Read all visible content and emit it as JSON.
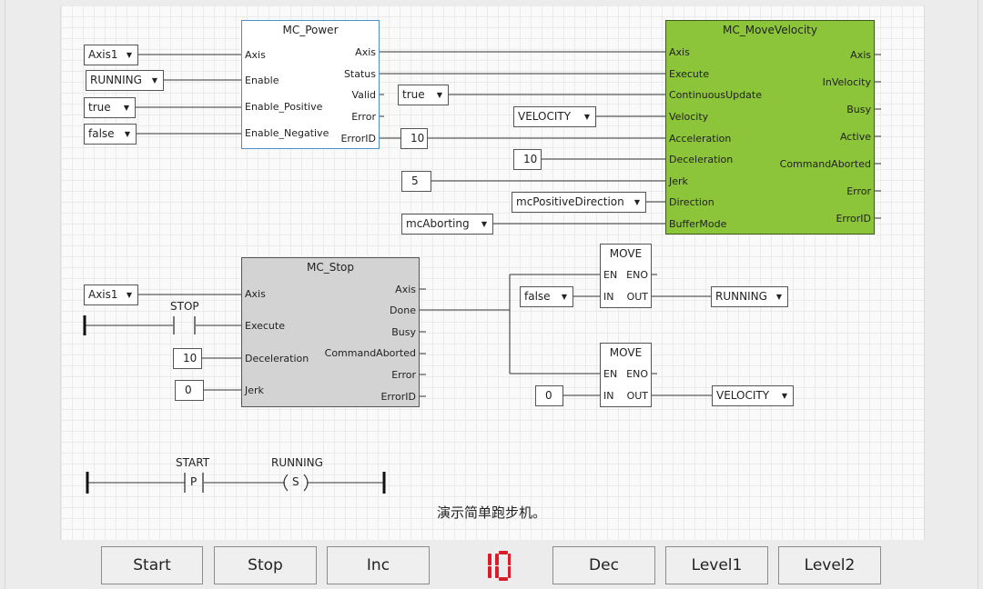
{
  "mc_power": {
    "title": "MC_Power",
    "inputs": [
      "Axis",
      "Enable",
      "Enable_Positive",
      "Enable_Negative"
    ],
    "outputs": [
      "Axis",
      "Status",
      "Valid",
      "Error",
      "ErrorID"
    ],
    "in_values": [
      "Axis1",
      "RUNNING",
      "true",
      "false"
    ]
  },
  "mc_move_velocity": {
    "title": "MC_MoveVelocity",
    "inputs": [
      "Axis",
      "Execute",
      "ContinuousUpdate",
      "Velocity",
      "Acceleration",
      "Deceleration",
      "Jerk",
      "Direction",
      "BufferMode"
    ],
    "outputs": [
      "Axis",
      "InVelocity",
      "Busy",
      "Active",
      "CommandAborted",
      "Error",
      "ErrorID"
    ],
    "in_values": {
      "continuous_update": "true",
      "velocity": "VELOCITY",
      "acceleration": "10",
      "deceleration": "10",
      "jerk": "5",
      "direction": "mcPositiveDirection",
      "buffer_mode": "mcAborting"
    },
    "color": "#8cc43a"
  },
  "mc_stop": {
    "title": "MC_Stop",
    "inputs": [
      "Axis",
      "Execute",
      "Deceleration",
      "Jerk"
    ],
    "outputs": [
      "Axis",
      "Done",
      "Busy",
      "CommandAborted",
      "Error",
      "ErrorID"
    ],
    "in_values": {
      "axis": "Axis1",
      "deceleration": "10",
      "jerk": "0"
    },
    "contact_label": "STOP",
    "color": "#d3d3d3"
  },
  "move1": {
    "title": "MOVE",
    "pins": [
      "EN",
      "ENO",
      "IN",
      "OUT"
    ],
    "in_value": "false",
    "out_value": "RUNNING"
  },
  "move2": {
    "title": "MOVE",
    "pins": [
      "EN",
      "ENO",
      "IN",
      "OUT"
    ],
    "in_value": "0",
    "out_value": "VELOCITY"
  },
  "rung": {
    "contact_label": "START",
    "contact_type": "P",
    "coil_label": "RUNNING",
    "coil_type": "S"
  },
  "caption": "演示简单跑步机。",
  "buttons": [
    "Start",
    "Stop",
    "Inc",
    "Dec",
    "Level1",
    "Level2"
  ],
  "display": {
    "value": "10",
    "color": "#d81e2c",
    "icon": "seven-segment-display"
  }
}
